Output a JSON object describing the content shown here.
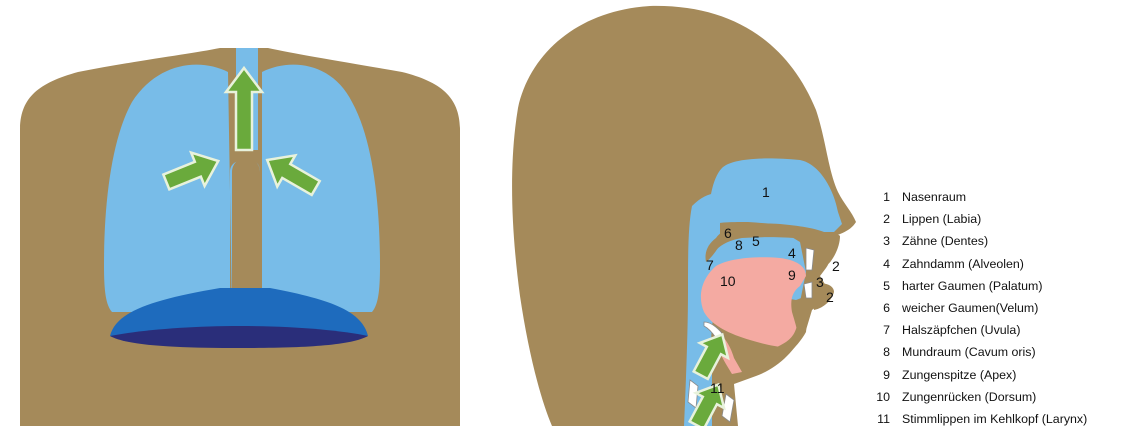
{
  "diagram_numbers": [
    "1",
    "2",
    "2",
    "3",
    "4",
    "5",
    "6",
    "7",
    "8",
    "9",
    "10",
    "11"
  ],
  "legend": [
    {
      "n": "1",
      "text": "Nasenraum"
    },
    {
      "n": "2",
      "text": "Lippen (Labia)"
    },
    {
      "n": "3",
      "text": "Zähne (Dentes)"
    },
    {
      "n": "4",
      "text": "Zahndamm (Alveolen)"
    },
    {
      "n": "5",
      "text": "harter Gaumen (Palatum)"
    },
    {
      "n": "6",
      "text": "weicher Gaumen(Velum)"
    },
    {
      "n": "7",
      "text": "Halszäpfchen (Uvula)"
    },
    {
      "n": "8",
      "text": "Mundraum (Cavum oris)"
    },
    {
      "n": "9",
      "text": "Zungenspitze (Apex)"
    },
    {
      "n": "10",
      "text": "Zungenrücken (Dorsum)"
    },
    {
      "n": "11",
      "text": "Stimmlippen im Kehlkopf  (Larynx)"
    }
  ],
  "colors": {
    "body": "#a58a5a",
    "air": "#78bce8",
    "diaphragm": "#1e6bbd",
    "diaphragm_shadow": "#2a2e7a",
    "tongue": "#f4aaa2",
    "arrow": "#6aaa3c",
    "arrow_outline": "#e8f2dc"
  }
}
